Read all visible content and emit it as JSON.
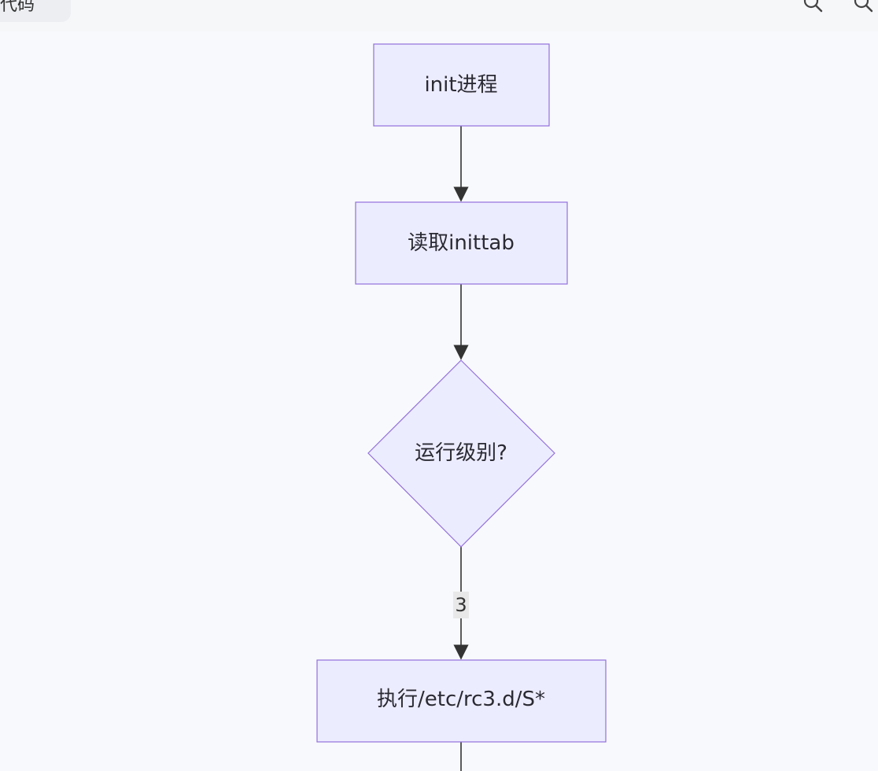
{
  "toolbar": {
    "tab_label": "代码",
    "icons": [
      "zoom-in-icon",
      "zoom-out-icon"
    ]
  },
  "flowchart": {
    "nodes": [
      {
        "id": "init",
        "label": "init进程",
        "shape": "rect"
      },
      {
        "id": "read",
        "label": "读取inittab",
        "shape": "rect"
      },
      {
        "id": "runlevel",
        "label": "运行级别?",
        "shape": "diamond"
      },
      {
        "id": "exec",
        "label": "执行/etc/rc3.d/S*",
        "shape": "rect"
      }
    ],
    "edges": [
      {
        "from": "init",
        "to": "read",
        "label": ""
      },
      {
        "from": "read",
        "to": "runlevel",
        "label": ""
      },
      {
        "from": "runlevel",
        "to": "exec",
        "label": "3"
      }
    ],
    "colors": {
      "node_fill": "#ececff",
      "node_stroke": "#9370db",
      "edge": "#333333"
    }
  }
}
